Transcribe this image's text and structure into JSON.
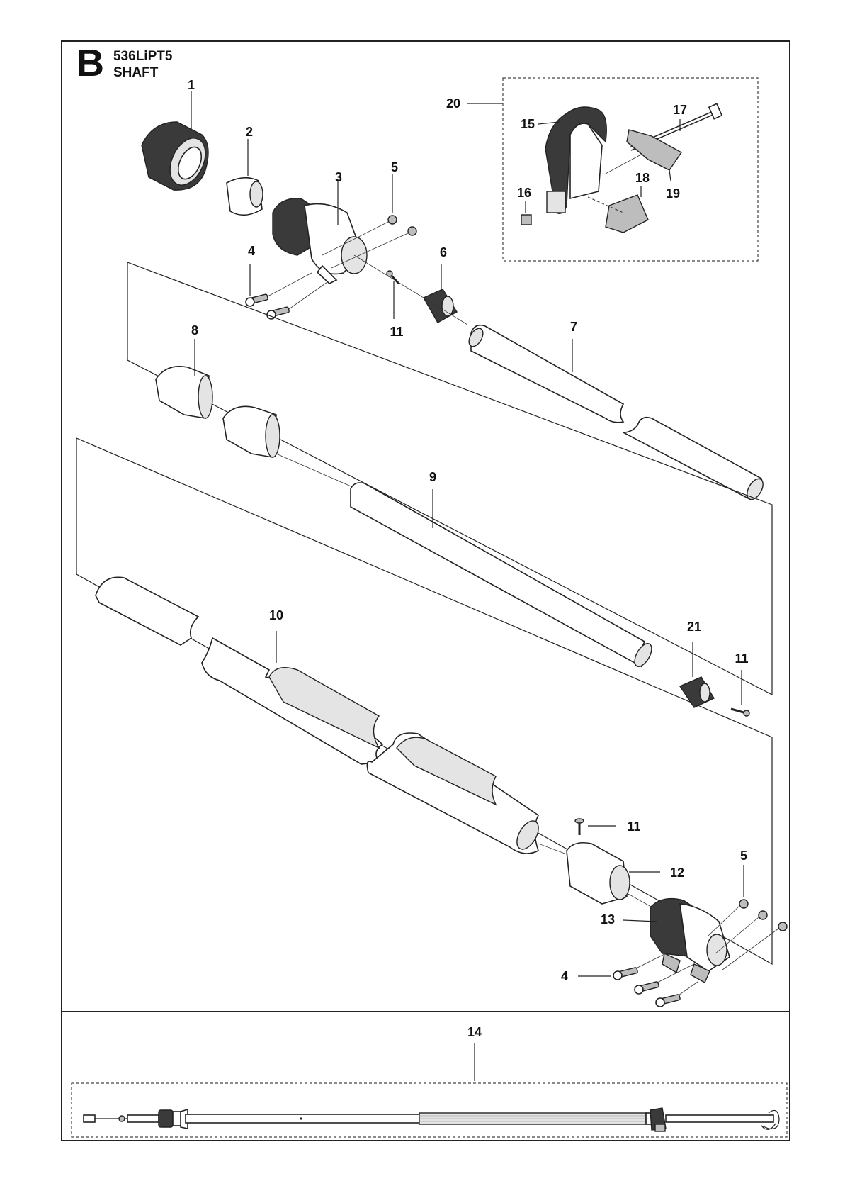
{
  "header": {
    "section_letter": "B",
    "model": "536LiPT5",
    "subtitle": "SHAFT"
  },
  "callouts": {
    "c1": "1",
    "c2": "2",
    "c3": "3",
    "c4a": "4",
    "c4b": "4",
    "c5a": "5",
    "c5b": "5",
    "c6": "6",
    "c7": "7",
    "c8": "8",
    "c9": "9",
    "c10": "10",
    "c11a": "11",
    "c11b": "11",
    "c11c": "11",
    "c12": "12",
    "c13": "13",
    "c14": "14",
    "c15": "15",
    "c16": "16",
    "c17": "17",
    "c18": "18",
    "c19": "19",
    "c20": "20",
    "c21": "21"
  }
}
